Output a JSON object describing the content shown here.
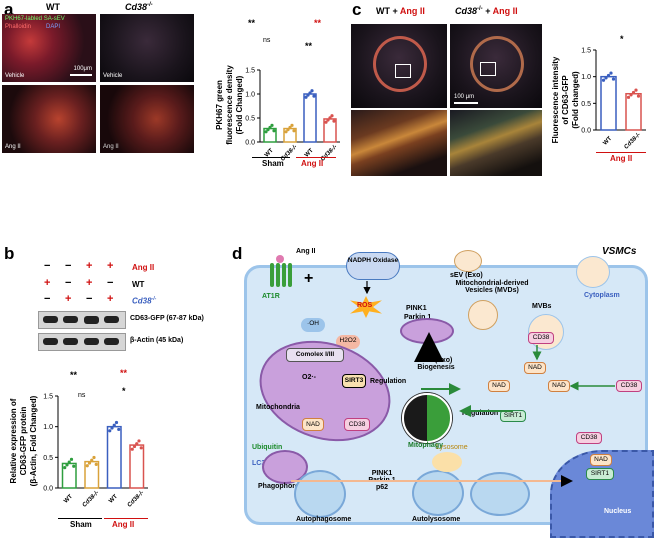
{
  "panels": {
    "a": "a",
    "b": "b",
    "c": "c",
    "d": "d"
  },
  "panel_a": {
    "col_wt": "WT",
    "col_ko": "Cd38",
    "col_ko_sup": "-/-",
    "legend_line": "PKH67-labled SA-sEV",
    "legend_line2": "Phalloidin",
    "legend_line3": "DAPI",
    "scale": "100μm",
    "label_vehicle": "Vehicle",
    "label_vehicle2": "Vehicle",
    "label_ang": "Ang II",
    "label_ang2": "Ang II"
  },
  "chart_a": {
    "sig_top": "**",
    "sig_top_red": "**",
    "sig_ns": "ns",
    "sig_mid": "**",
    "group_sham": "Sham",
    "group_ang": "Ang II",
    "tick_wt": "WT",
    "tick_ko": "Cd38-/-"
  },
  "panel_b": {
    "row1_label": "Ang II",
    "row2_label": "WT",
    "row3_label": "Cd38",
    "row3_sup": "-/-",
    "row1_signs": [
      "−",
      "−",
      "+",
      "+"
    ],
    "row2_signs": [
      "+",
      "−",
      "+",
      "−"
    ],
    "row3_signs": [
      "−",
      "+",
      "−",
      "+"
    ],
    "blot1_label": "CD63-GFP  (67-87 kDa)",
    "blot2_label": "β-Actin  (45 kDa)"
  },
  "chart_b": {
    "sig_top": "**",
    "sig_top_red": "**",
    "sig_ns": "ns",
    "sig_mid": "*",
    "group_sham": "Sham",
    "group_ang": "Ang II",
    "tick_wt": "WT",
    "tick_ko": "Cd38-/-"
  },
  "panel_c": {
    "title_wt": "WT + ",
    "title_ang": "Ang II",
    "title_ko": "Cd38",
    "title_ko_sup": "-/-",
    "title_ko_plus": " + ",
    "title_ang2": "Ang II",
    "scale": "100 μm"
  },
  "chart_c": {
    "sig": "*",
    "group_ang": "Ang II",
    "tick_wt": "WT",
    "tick_ko": "Cd38-/-"
  },
  "chart_data": [
    {
      "type": "bar",
      "panel": "a",
      "categories": [
        "WT Sham",
        "Cd38-/- Sham",
        "WT Ang II",
        "Cd38-/- Ang II"
      ],
      "values": [
        0.28,
        0.28,
        1.0,
        0.48
      ],
      "colors": [
        "#2e9e3e",
        "#d9a23a",
        "#3a5fbf",
        "#d9534f"
      ],
      "ylabel": "PKH67 green fluorescence density (Fold Changed)",
      "ylim": [
        0,
        1.5
      ],
      "yticks": [
        "0.0",
        "0.5",
        "1.0",
        "1.5"
      ]
    },
    {
      "type": "bar",
      "panel": "b",
      "categories": [
        "WT Sham",
        "Cd38-/- Sham",
        "WT Ang II",
        "Cd38-/- Ang II"
      ],
      "values": [
        0.4,
        0.43,
        1.0,
        0.7
      ],
      "colors": [
        "#2e9e3e",
        "#d9a23a",
        "#3a5fbf",
        "#d9534f"
      ],
      "ylabel": "Relative expression of CD63-GFP protein (β-Actin, Fold Changed)",
      "ylim": [
        0,
        1.5
      ],
      "yticks": [
        "0.0",
        "0.5",
        "1.0",
        "1.5"
      ]
    },
    {
      "type": "bar",
      "panel": "c",
      "categories": [
        "WT Ang II",
        "Cd38-/- Ang II"
      ],
      "values": [
        1.0,
        0.68
      ],
      "colors": [
        "#3a5fbf",
        "#d9534f"
      ],
      "ylabel": "Fluorescence intensity of CD63-GFP (Fold changed)",
      "ylim": [
        0,
        1.5
      ],
      "yticks": [
        "0.0",
        "0.5",
        "1.0",
        "1.5"
      ]
    }
  ],
  "panel_d": {
    "title": "VSMCs",
    "ang": "Ang II",
    "at1r": "AT1R",
    "plus": "+",
    "nadph": "NADPH Oxidase",
    "ros": "ROS",
    "oh": "·OH",
    "h2o2": "H2O2",
    "comolex": "Comolex I/III",
    "o2": "O2·-",
    "sirt3": "SIRT3",
    "mito": "Mitochondria",
    "nad": "NAD",
    "cd38": "CD38",
    "ubiquitin": "Ubiquitin",
    "lc3": "LC3",
    "phagophore": "Phagophore",
    "autophagosome": "Autophagosome",
    "pink_parkin_p62": "PINK1 Parkin 1 p62",
    "autolysosome": "Autolysosome",
    "lysosome": "Lysosome",
    "mitophagy": "Mitophagy",
    "regulation1": "Regulation",
    "regulation2": "Regulation",
    "sev_bio": "sEV (Exo) Biogenesis",
    "mdv": "Mitochondrial-derived Vesicles (MVDs)",
    "pink": "PINK1",
    "parkin": "Parkin 1",
    "mvbs": "MVBs",
    "sev_exo": "sEV (Exo)",
    "cytoplasm": "Cytoplasm",
    "sirt1": "SIRT1",
    "nucleus": "Nucleus"
  }
}
